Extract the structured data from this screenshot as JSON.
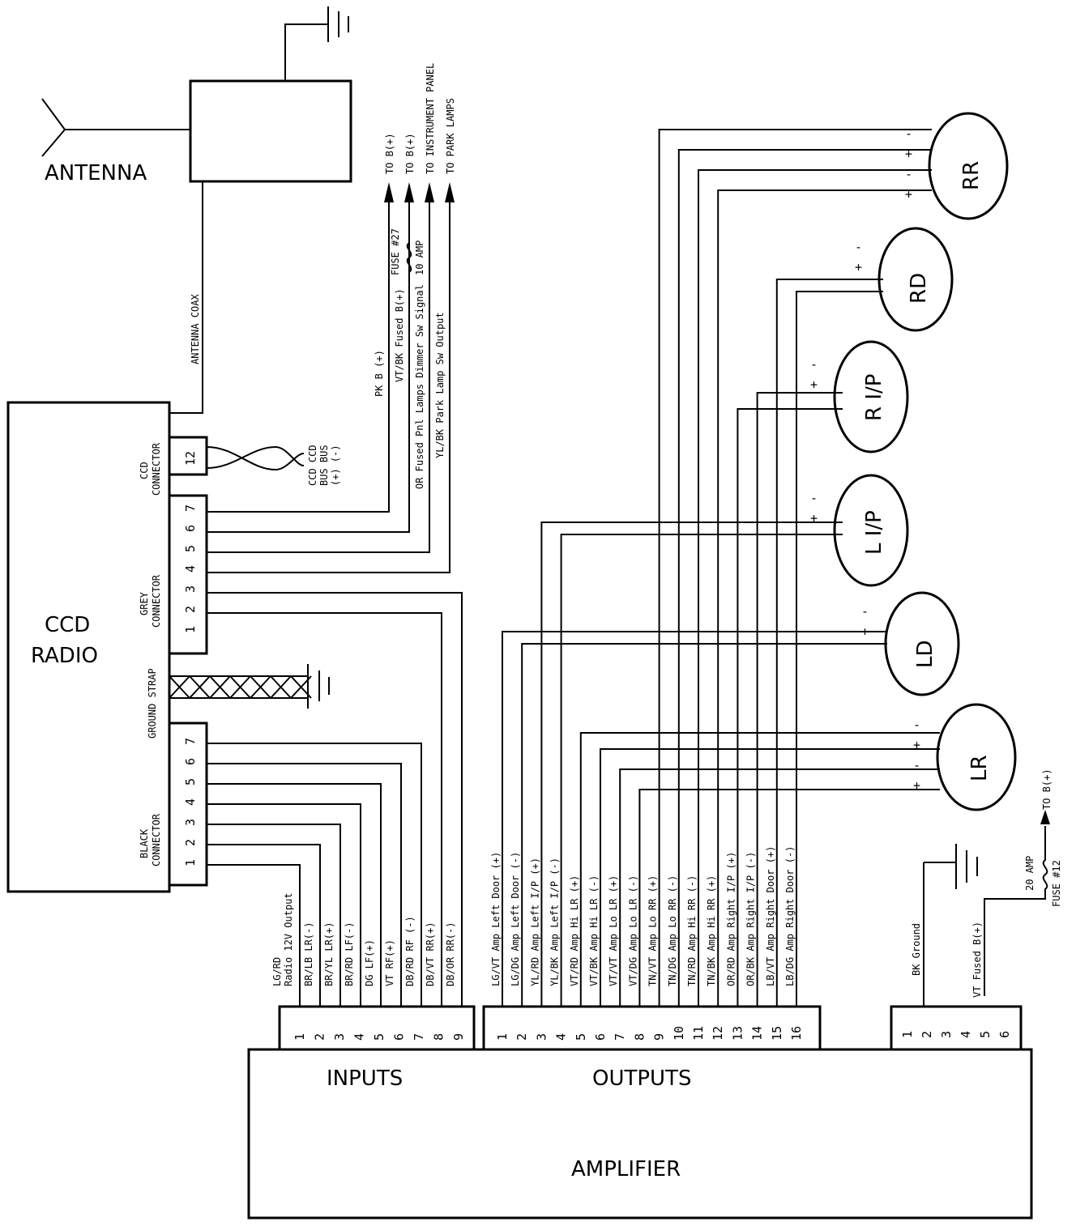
{
  "labels": {
    "antenna": "ANTENNA",
    "antenna_coax": "ANTENNA COAX",
    "radio_line1": "CCD",
    "radio_line2": "RADIO",
    "ccd_connector": [
      "CCD",
      "CONNECTOR"
    ],
    "ccd_pin": "12",
    "ccd_bus": [
      "CCD CCD",
      "BUS BUS",
      "(+)  (-)"
    ],
    "grey_connector": [
      "GREY",
      "CONNECTOR"
    ],
    "ground_strap": [
      "GROUND STRAP"
    ],
    "black_connector": [
      "BLACK",
      "CONNECTOR"
    ],
    "amplifier": "AMPLIFIER",
    "inputs": "INPUTS",
    "outputs": "OUTPUTS",
    "fuse27": [
      "FUSE #27",
      "10 AMP"
    ],
    "fuse12": [
      "20 AMP",
      "FUSE #12"
    ],
    "to_bplus_amp": "TO B(+)"
  },
  "grey_pins": [
    "1",
    "2",
    "3",
    "4",
    "5",
    "6",
    "7"
  ],
  "black_pins": [
    "1",
    "2",
    "3",
    "4",
    "5",
    "6",
    "7"
  ],
  "top_wires": [
    {
      "wire": "PK B (+)",
      "dest": "TO B(+)"
    },
    {
      "wire": "VT/BK Fused B(+)",
      "dest": "TO B(+)"
    },
    {
      "wire": "OR Fused Pnl Lamps Dimmer Sw Signal",
      "dest": "TO INSTRUMENT PANEL"
    },
    {
      "wire": "YL/BK Park Lamp Sw Output",
      "dest": "TO PARK LAMPS"
    }
  ],
  "input_pins": [
    "1",
    "2",
    "3",
    "4",
    "5",
    "6",
    "7",
    "8",
    "9"
  ],
  "input_wires": [
    [
      "LG/RD",
      "Radio 12V Output"
    ],
    [
      "BR/LB LR(-)"
    ],
    [
      "BR/YL LR(+)"
    ],
    [
      "BR/RD LF(-)"
    ],
    [
      "DG LF(+)"
    ],
    [
      "VT RF(+)"
    ],
    [
      "DB/RD RF (-)"
    ],
    [
      "DB/VT RR(+)"
    ],
    [
      "DB/OR RR(-)"
    ]
  ],
  "output_pins": [
    "1",
    "2",
    "3",
    "4",
    "5",
    "6",
    "7",
    "8",
    "9",
    "10",
    "11",
    "12",
    "13",
    "14",
    "15",
    "16"
  ],
  "output_wires": [
    "LG/VT Amp Left Door (+)",
    "LG/DG Amp Left Door (-)",
    "YL/RD Amp Left I/P (+)",
    "YL/BK Amp Left I/P (-)",
    "VT/RD Amp Hi LR (+)",
    "VT/BK Amp Hi LR (-)",
    "VT/VT Amp Lo LR (+)",
    "VT/DG Amp Lo LR (-)",
    "TN/VT Amp Lo RR (+)",
    "TN/DG Amp Lo RR (-)",
    "TN/RD Amp Hi RR (-)",
    "TN/BK Amp Hi RR (+)",
    "OR/RD Amp Right I/P (+)",
    "OR/BK Amp Right I/P (-)",
    "LB/VT Amp Right Door (+)",
    "LB/DG Amp Right Door (-)"
  ],
  "power_pins": [
    "1",
    "2",
    "3",
    "4",
    "5",
    "6"
  ],
  "power_wires": [
    "BK Ground",
    "VT Fused B(+)"
  ],
  "speakers": [
    {
      "name": "RR",
      "pol": [
        "-",
        "+",
        "-",
        "+"
      ]
    },
    {
      "name": "RD",
      "pol": [
        "-",
        "+"
      ]
    },
    {
      "name": "R I/P",
      "pol": [
        "-",
        "+"
      ]
    },
    {
      "name": "L I/P",
      "pol": [
        "-",
        "+"
      ]
    },
    {
      "name": "LD",
      "pol": [
        "-",
        "+"
      ]
    },
    {
      "name": "LR",
      "pol": [
        "-",
        "+",
        "-",
        "+"
      ]
    }
  ]
}
